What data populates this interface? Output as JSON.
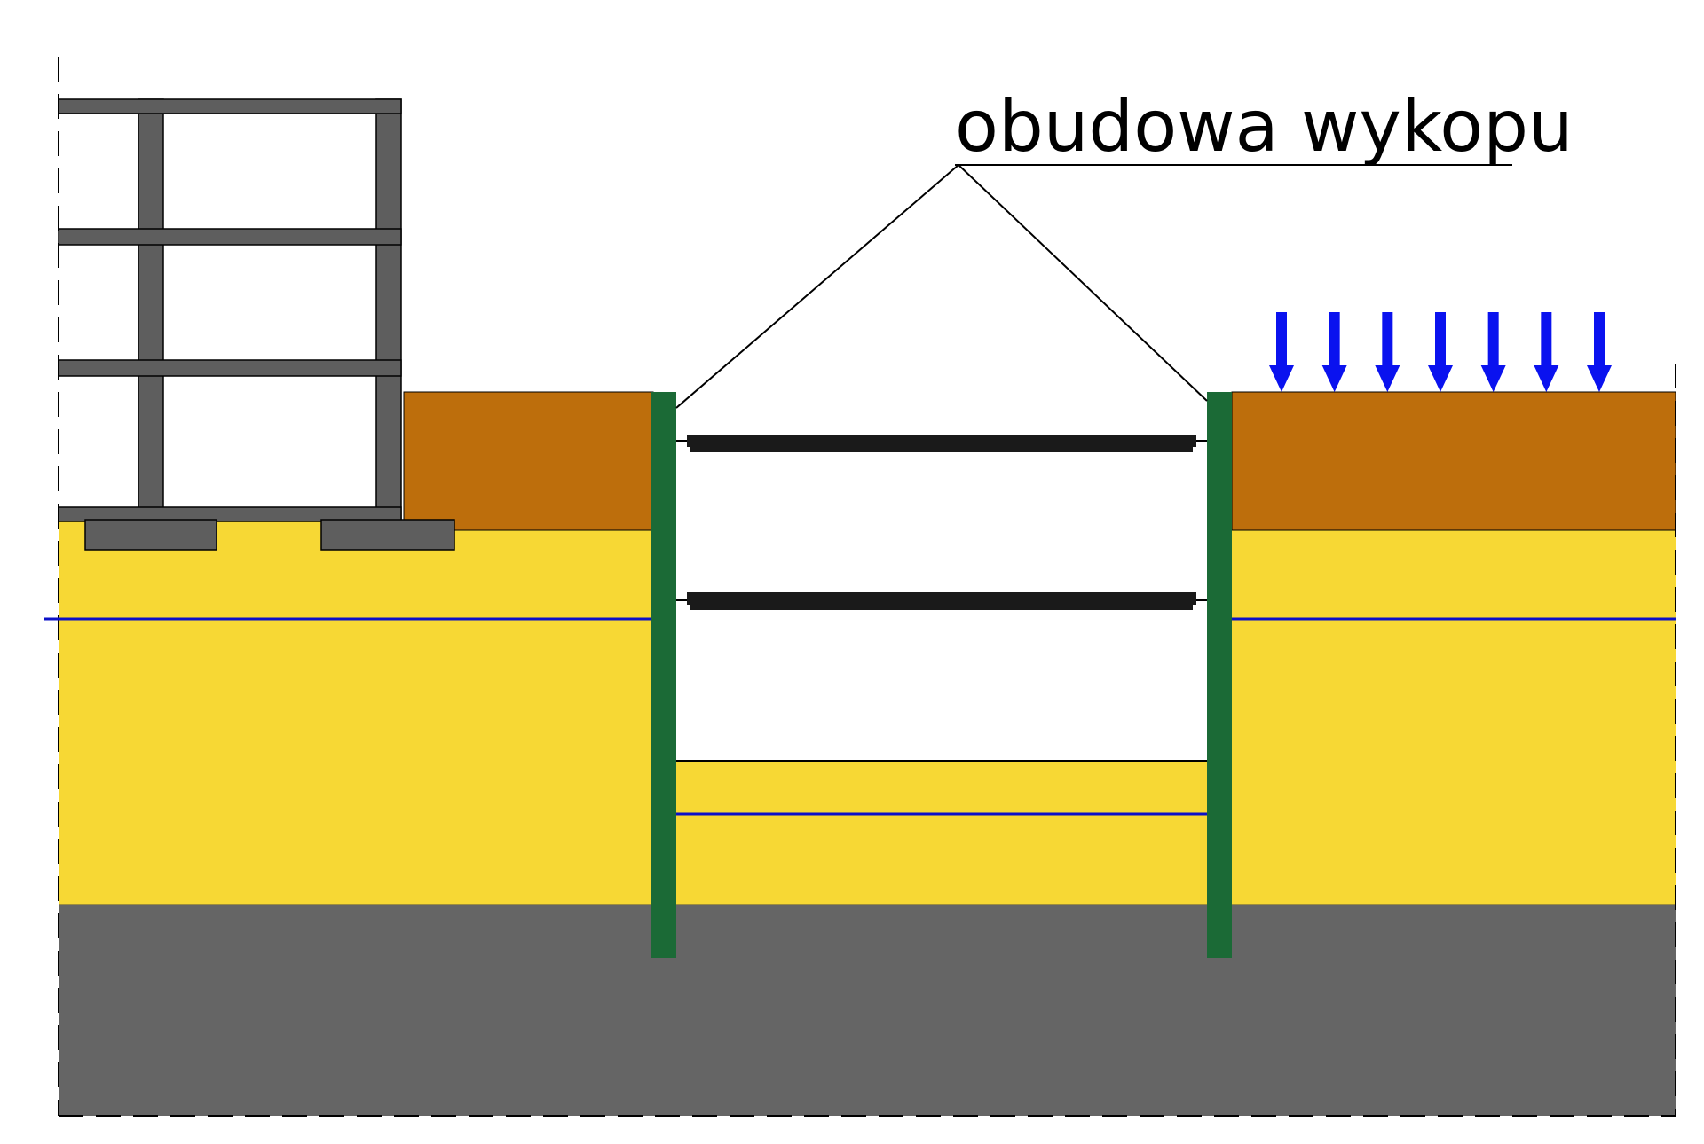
{
  "label": {
    "text": "obudowa wykopu"
  },
  "colors": {
    "background": "#ffffff",
    "clay_layer": "#bd6e0c",
    "sand_layer": "#f7d834",
    "rock_layer": "#656565",
    "building_frame": "#5e5e5e",
    "sheet_pile_wall": "#1b6a36",
    "strut": "#1a1a1a",
    "groundwater_line": "#0b10c8",
    "surface_load_arrow": "#0a12ef",
    "outline": "#000000"
  },
  "icons": {
    "surface_load": "arrow-down-icon"
  },
  "surface_load": {
    "arrow_count": 7
  },
  "struts": {
    "count": 2
  }
}
